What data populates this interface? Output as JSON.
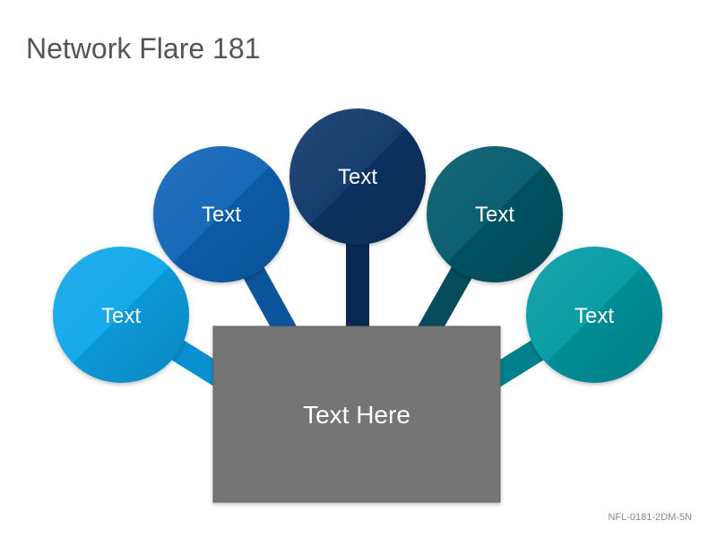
{
  "title": "Network Flare 181",
  "center": {
    "label": "Text Here",
    "color": "#757575"
  },
  "nodes": [
    {
      "label": "Text",
      "color": "#0ea5e9",
      "shade": "#0a8fd0"
    },
    {
      "label": "Text",
      "color": "#0b63b6",
      "shade": "#0a549c"
    },
    {
      "label": "Text",
      "color": "#0c3668",
      "shade": "#0a2a55"
    },
    {
      "label": "Text",
      "color": "#06586a",
      "shade": "#054b5b"
    },
    {
      "label": "Text",
      "color": "#0099a3",
      "shade": "#007f8c"
    }
  ],
  "code": "NFL-0181-2DM-5N"
}
